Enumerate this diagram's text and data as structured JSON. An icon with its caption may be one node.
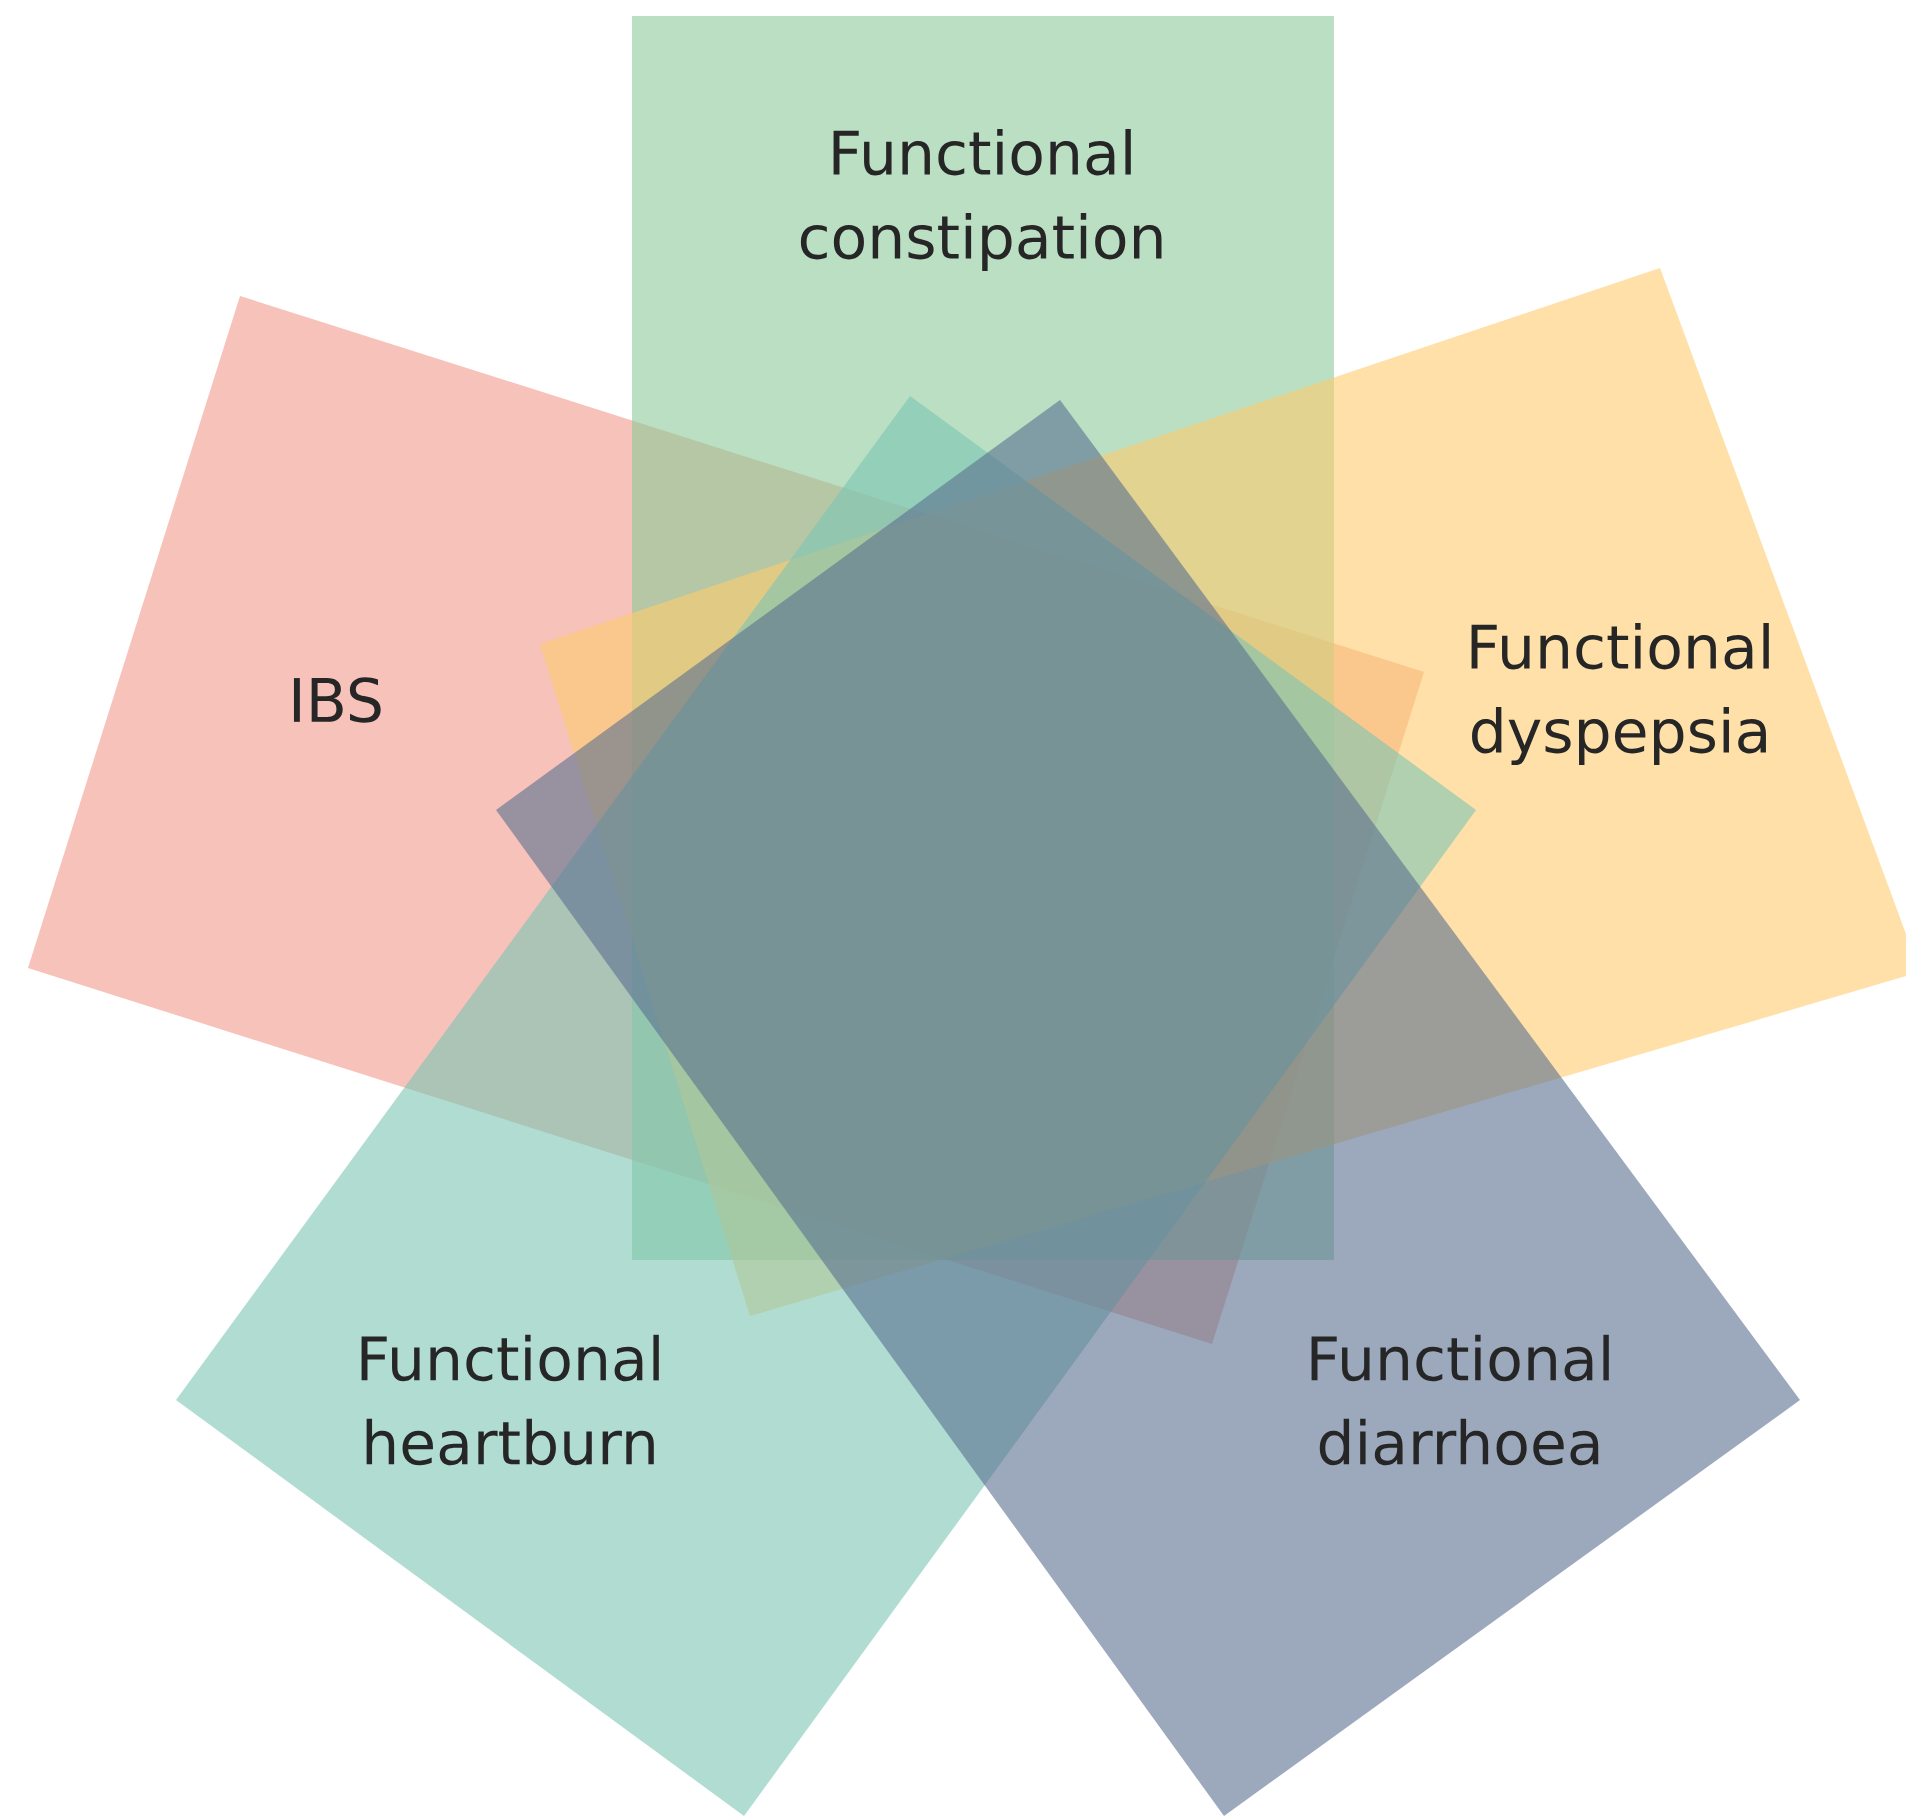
{
  "diagram": {
    "nodes": [
      {
        "text": [
          "Functional constipation"
        ]
      },
      {
        "text": [
          "IBS"
        ]
      },
      {
        "text": [
          "Functional dyspepsia"
        ]
      },
      {
        "text": [
          "Functional heartburn"
        ]
      },
      {
        "text": [
          "Functional diarrhoea"
        ]
      }
    ]
  }
}
